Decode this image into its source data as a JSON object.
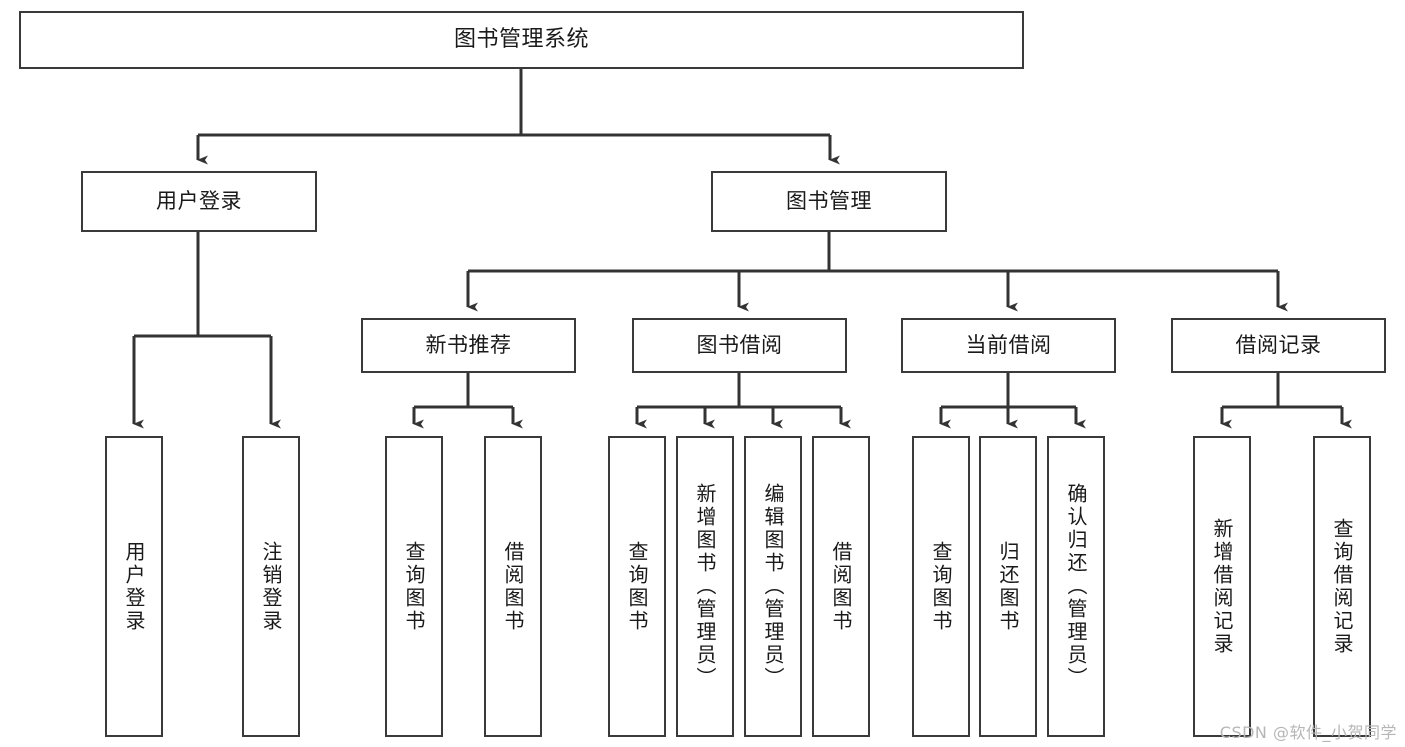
{
  "diagram": {
    "title": "图书管理系统",
    "type": "tree-hierarchy-chart",
    "watermark": "CSDN @软件_小贺同学",
    "colors": {
      "background": "#ffffff",
      "box_border": "#3a3a3a",
      "connector": "#333333",
      "text": "#1a1a1a",
      "watermark": "#b6b6b6"
    }
  },
  "nodes": {
    "root": {
      "label": "图书管理系统"
    },
    "level1": [
      {
        "label": "用户登录"
      },
      {
        "label": "图书管理"
      }
    ],
    "level2": [
      {
        "label": "新书推荐"
      },
      {
        "label": "图书借阅"
      },
      {
        "label": "当前借阅"
      },
      {
        "label": "借阅记录"
      }
    ],
    "leaves": {
      "user_login": [
        {
          "label": "用户登录"
        },
        {
          "label": "注销登录"
        }
      ],
      "new_book_recommend": [
        {
          "label": "查询图书"
        },
        {
          "label": "借阅图书"
        }
      ],
      "book_borrow": [
        {
          "label": "查询图书"
        },
        {
          "label": "新增图书（管理员）"
        },
        {
          "label": "编辑图书（管理员）"
        },
        {
          "label": "借阅图书"
        }
      ],
      "current_borrow": [
        {
          "label": "查询图书"
        },
        {
          "label": "归还图书"
        },
        {
          "label": "确认归还（管理员）"
        }
      ],
      "borrow_records": [
        {
          "label": "新增借阅记录"
        },
        {
          "label": "查询借阅记录"
        }
      ]
    }
  }
}
